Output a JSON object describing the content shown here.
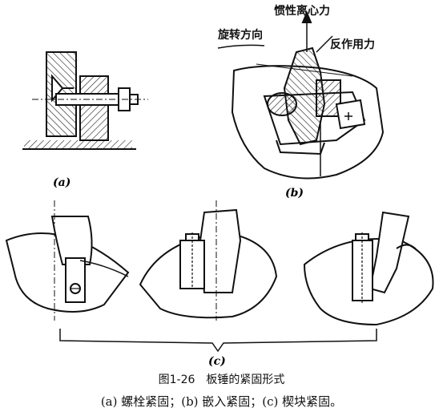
{
  "labels": {
    "inertial_force": "惯性离心力",
    "rotation_direction": "旋转方向",
    "reaction_force": "反作用力"
  },
  "sublabels": {
    "a": "(a)",
    "b": "(b)",
    "c": "(c)"
  },
  "caption": {
    "title": "图1-26　板锤的紧固形式",
    "legend": "(a) 螺栓紧固；(b) 嵌入紧固；(c) 楔块紧固。"
  }
}
